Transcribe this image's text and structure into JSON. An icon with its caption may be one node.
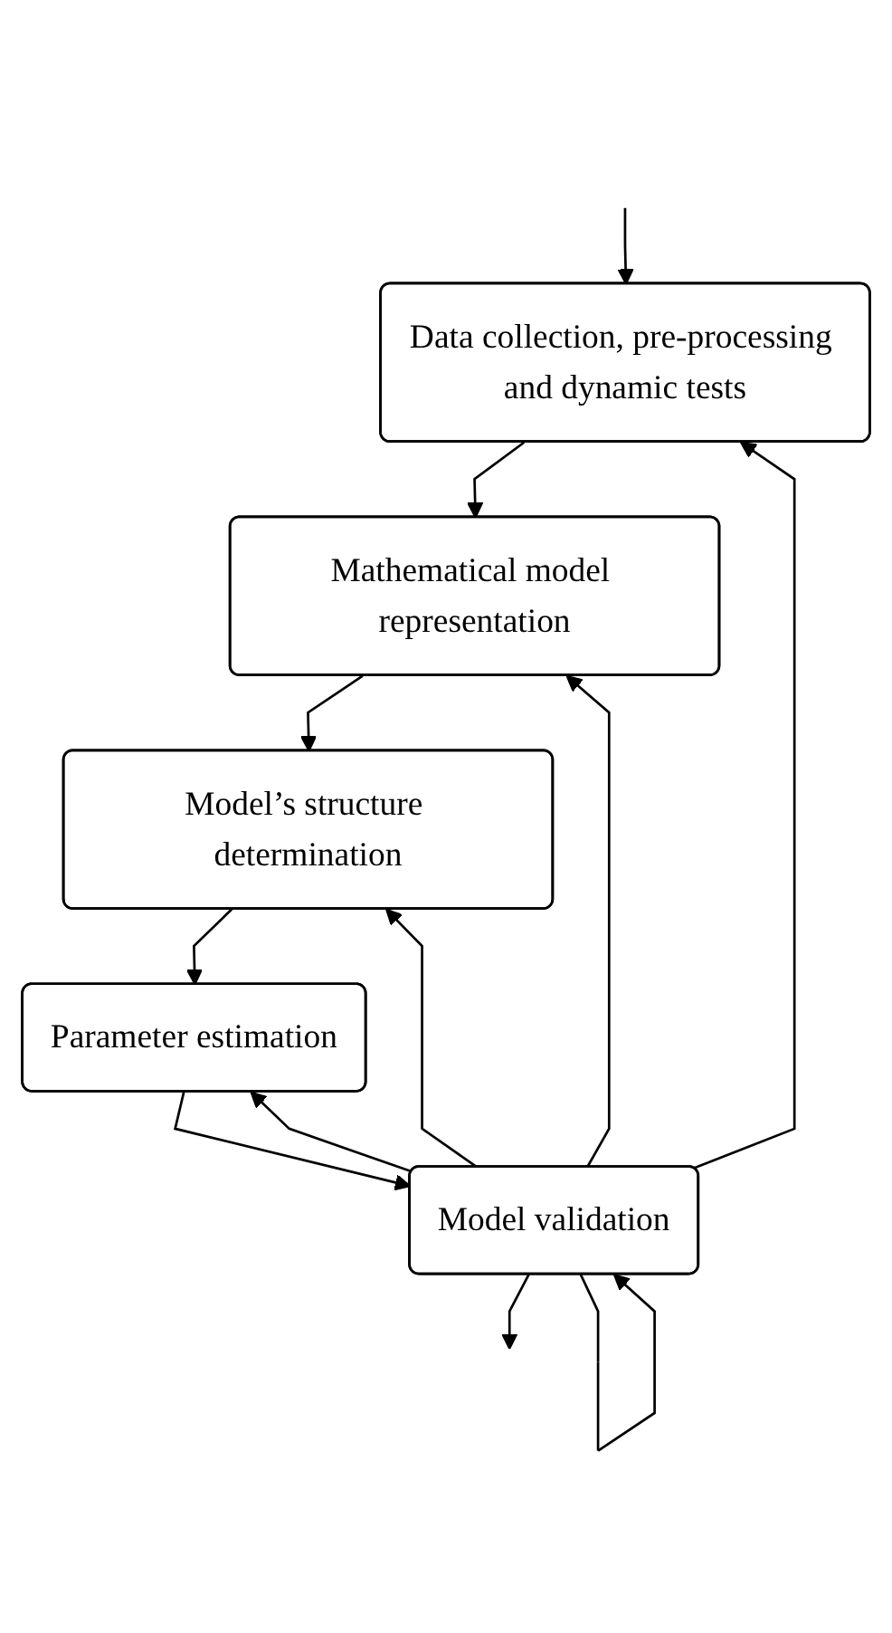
{
  "diagram": {
    "nodes": [
      {
        "text": [
          "Data collection, pre-processing and dynamic tests"
        ]
      },
      {
        "text": [
          "Mathematical model representation"
        ]
      },
      {
        "text": [
          "Model’s structure determination"
        ]
      },
      {
        "text": [
          "Parameter estimation"
        ]
      },
      {
        "text": [
          "Model validation"
        ]
      }
    ],
    "edges": [
      {
        "from": null,
        "to": 0,
        "arrow": "to"
      },
      {
        "from": 0,
        "to": 1,
        "arrow": "to"
      },
      {
        "from": 1,
        "to": 2,
        "arrow": "to"
      },
      {
        "from": 2,
        "to": 3,
        "arrow": "to"
      },
      {
        "from": 3,
        "to": 4,
        "arrow": "to"
      },
      {
        "from": 4,
        "to": null,
        "arrow": "to"
      },
      {
        "from": 4,
        "to": 0,
        "arrow": "to"
      },
      {
        "from": 4,
        "to": 1,
        "arrow": "to"
      },
      {
        "from": 4,
        "to": 2,
        "arrow": "to"
      },
      {
        "from": 4,
        "to": 3,
        "arrow": "to"
      },
      {
        "from": 4,
        "to": 4,
        "arrow": "to"
      }
    ]
  }
}
